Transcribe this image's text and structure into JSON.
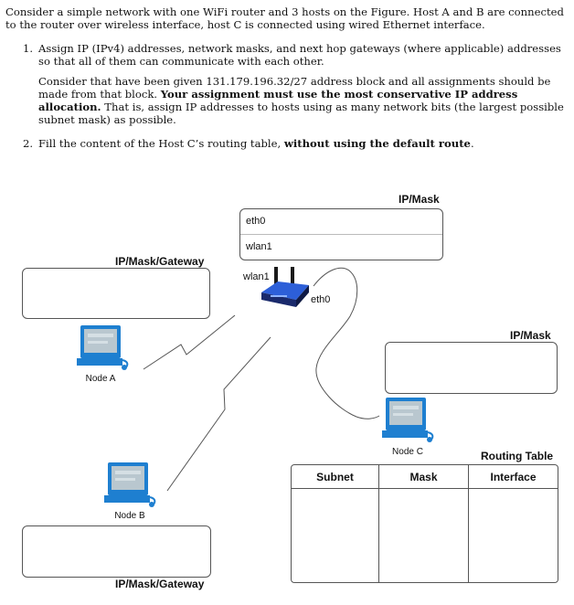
{
  "intro": "Consider a simple network with one WiFi router and 3 hosts on the Figure. Host A and B are connected to the router over wireless interface, host C is connected using wired Ethernet interface.",
  "q1": {
    "num": "1.",
    "line1": "Assign IP (IPv4) addresses, network masks, and next hop gateways (where applicable) addresses so that all of them can communicate with each other.",
    "line2_a": "Consider that have been given 131.179.196.32/27 address block and all assignments should be made from that block.",
    "line2_bold": "Your assignment must use the most conservative IP address allocation.",
    "line2_c": "That is, assign IP addresses to hosts using as many network bits (the largest possible subnet mask) as possible."
  },
  "q2": {
    "num": "2.",
    "text_a": "Fill the content of the Host C’s routing table,",
    "text_bold": "without using the default route",
    "text_c": "."
  },
  "router": {
    "header": "IP/Mask",
    "eth0_field": "eth0",
    "wlan1_field": "wlan1",
    "wlan1_label": "wlan1",
    "eth0_label": "eth0"
  },
  "node_a": {
    "label": "Node A",
    "header": "IP/Mask/Gateway"
  },
  "node_b": {
    "label": "Node B",
    "header": "IP/Mask/Gateway"
  },
  "node_c": {
    "label": "Node C",
    "header": "IP/Mask"
  },
  "routing_table": {
    "title": "Routing Table",
    "columns": [
      "Subnet",
      "Mask",
      "Interface"
    ]
  },
  "colors": {
    "router_body": "#1a2a6c",
    "router_accent": "#2d5fd8",
    "monitor": "#1e7fd0",
    "screen": "#b9c7cf"
  }
}
